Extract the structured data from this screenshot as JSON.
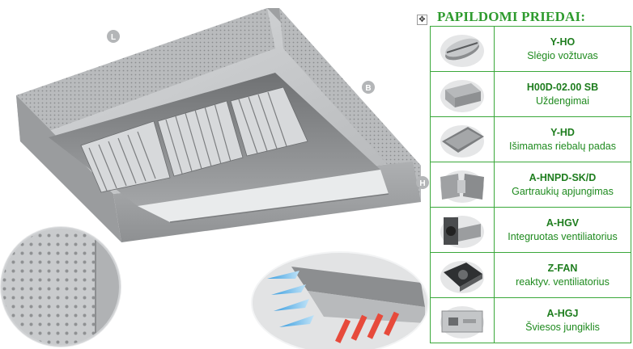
{
  "panel_title": "PAPILDOMI PRIEDAI:",
  "move_handle_glyph": "✥",
  "callouts": {
    "l": "L",
    "b": "B",
    "h": "H"
  },
  "accessories": [
    {
      "code": "Y-HO",
      "description": "Slėgio vožtuvas",
      "icon": "round-damper-image"
    },
    {
      "code": "H00D-02.00 SB",
      "description": "Uždengimai",
      "icon": "cover-panels-image"
    },
    {
      "code": "Y-HD",
      "description": "Išimamas riebalų padas",
      "icon": "grease-filter-image"
    },
    {
      "code": "A-HNPD-SK/D",
      "description": "Gartraukių apjungimas",
      "icon": "hood-connector-image"
    },
    {
      "code": "A-HGV",
      "description": "Integruotas ventiliatorius",
      "icon": "integrated-fan-image"
    },
    {
      "code": "Z-FAN",
      "description": "reaktyv. ventiliatorius",
      "icon": "reactive-fan-image"
    },
    {
      "code": "A-HGJ",
      "description": "Šviesos jungiklis",
      "icon": "light-switch-image"
    }
  ],
  "colors": {
    "accent_green": "#2e9b2e",
    "border_green": "#3aa83a",
    "steel": "#a9abad"
  }
}
